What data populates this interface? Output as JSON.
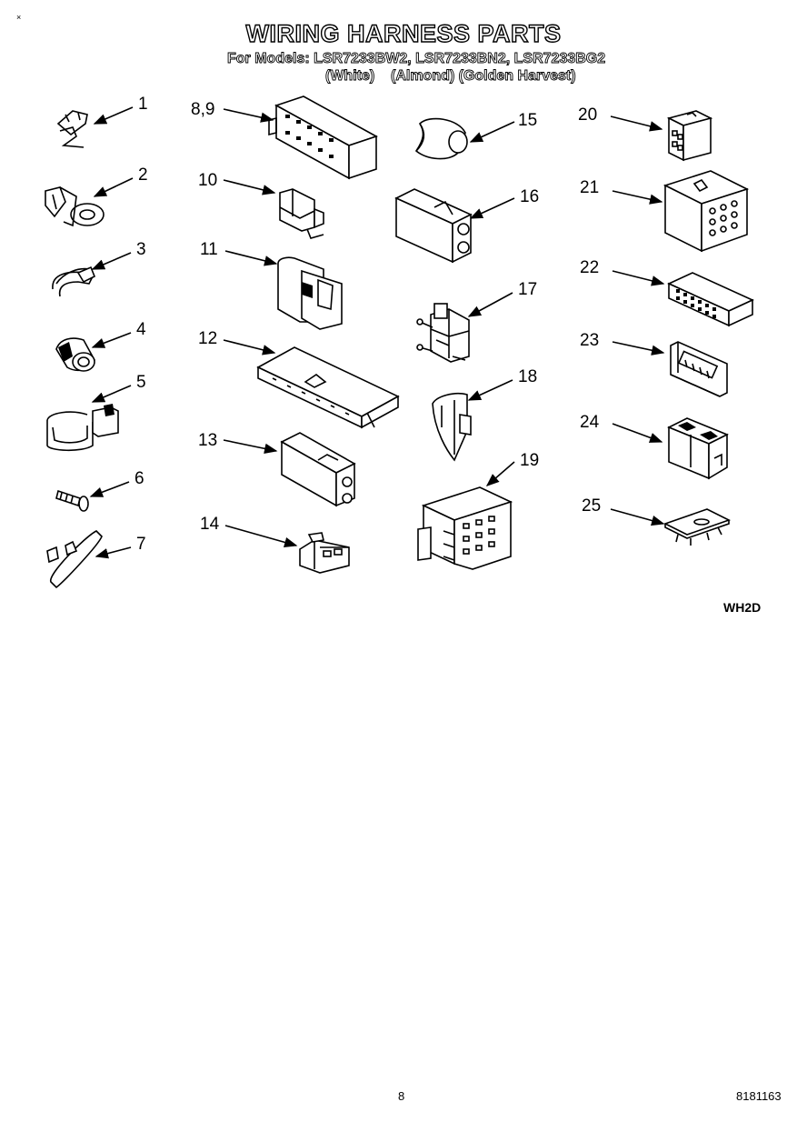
{
  "header": {
    "title": "WIRING HARNESS PARTS",
    "models": "For Models: LSR7233BW2, LSR7233BN2, LSR7233BG2",
    "colors": "(White)    (Almond) (Golden Harvest)"
  },
  "callouts": [
    "1",
    "2",
    "3",
    "4",
    "5",
    "6",
    "7",
    "8,9",
    "10",
    "11",
    "12",
    "13",
    "14",
    "15",
    "16",
    "17",
    "18",
    "19",
    "20",
    "21",
    "22",
    "23",
    "24",
    "25"
  ],
  "diagram_code": "WH2D",
  "footer": {
    "page_number": "8",
    "doc_number": "8181163"
  },
  "corner_mark": "×"
}
